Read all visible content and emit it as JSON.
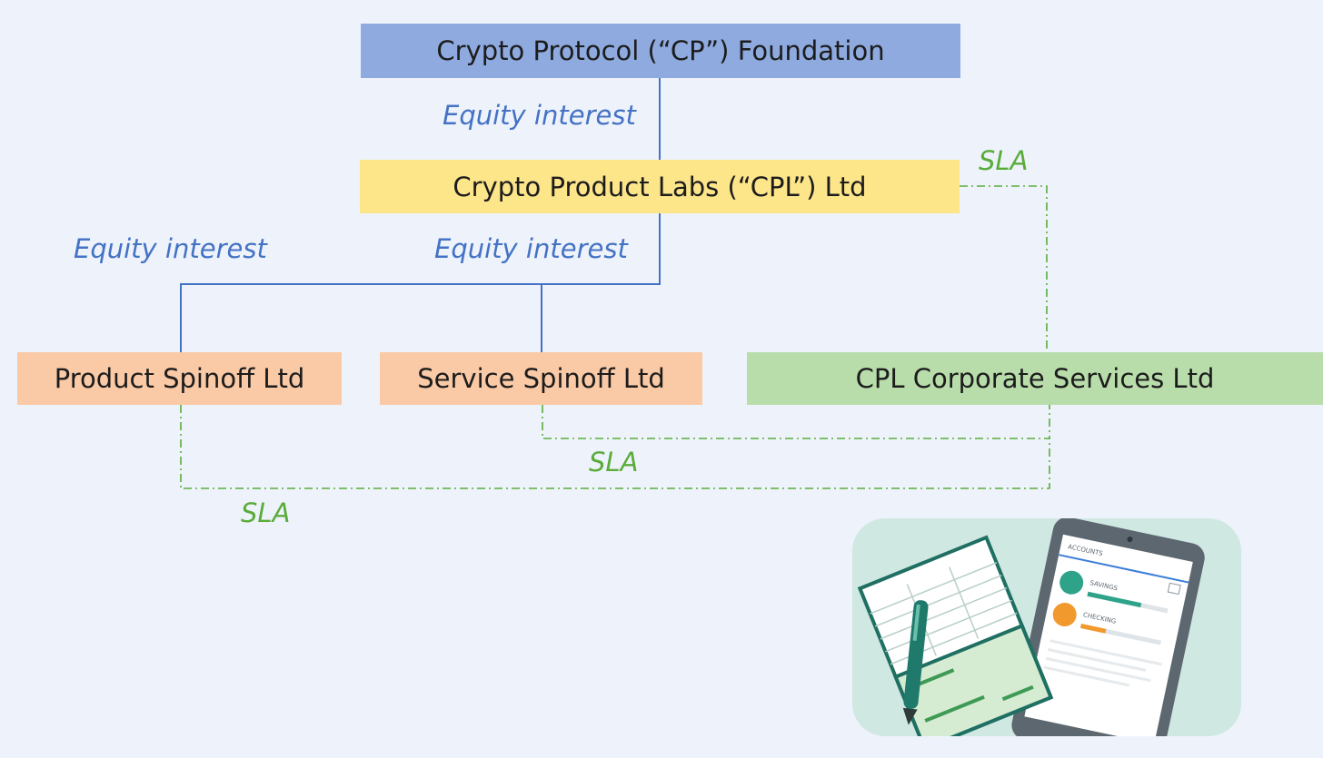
{
  "nodes": {
    "cp_foundation": "Crypto Protocol (“CP”) Foundation",
    "cpl_ltd": "Crypto Product Labs (“CPL”) Ltd",
    "product_spinoff": "Product Spinoff Ltd",
    "service_spinoff": "Service Spinoff Ltd",
    "corporate_services": "CPL Corporate Services Ltd"
  },
  "edges": {
    "equity_cp_to_cpl": "Equity interest",
    "equity_cpl_to_product": "Equity interest",
    "equity_cpl_to_service": "Equity interest",
    "sla_cpl_corporate": "SLA",
    "sla_service_corporate": "SLA",
    "sla_product_corporate": "SLA"
  },
  "illustration": {
    "accounts_label": "ACCOUNTS",
    "savings_label": "SAVINGS",
    "checking_label": "CHECKING"
  },
  "colors": {
    "background": "#eef3fb",
    "foundation": "#8eaadf",
    "cpl": "#fde58a",
    "spinoff": "#fac9a6",
    "corporate": "#b8ddab",
    "equity_line": "#4472c4",
    "sla_line": "#5aac3a"
  }
}
